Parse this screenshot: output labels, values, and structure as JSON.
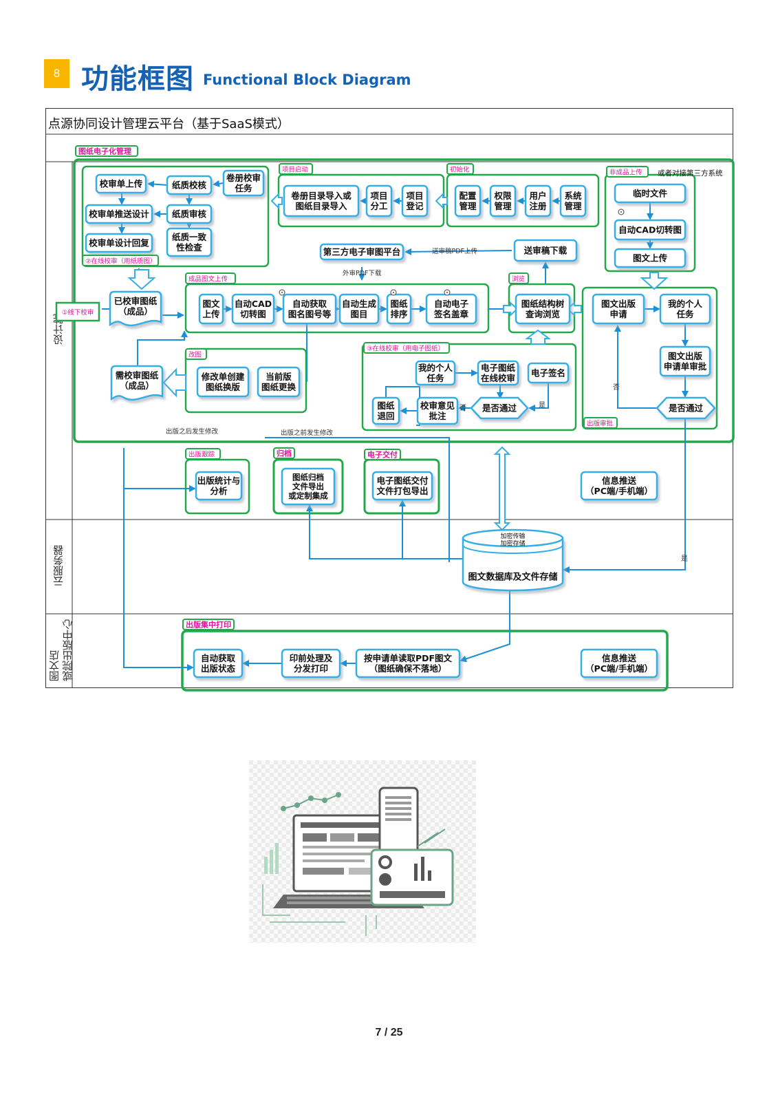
{
  "header": {
    "badge": "8",
    "title_cn": "功能框图",
    "title_en": "Functional Block Diagram"
  },
  "platform_title": "点源协同设计管理云平台（基于SaaS模式）",
  "lanes": {
    "design": "设计院",
    "server": "云服务器",
    "print": "图文店\n或院出版中心"
  },
  "sections": {
    "main": "图纸电子化管理",
    "online_paper": "②在线校审（用纸质图）",
    "project_start": "项目启动",
    "init": "初始化",
    "semi": "非成品上传",
    "semi_note": "或者对接第三方系统",
    "upload": "成品图文上传",
    "browse": "浏览",
    "online_e": "③在线校审（用电子图纸）",
    "revise": "改图",
    "publish_approve": "出版审批",
    "track": "出版跟踪",
    "archive": "归档",
    "edeliver": "电子交付",
    "central_print": "出版集中打印"
  },
  "nodes": {
    "n_jsdsc": "校审单上传",
    "n_zzjx": "纸质校核",
    "n_jcjsrw": "卷册校审\n任务",
    "n_jsdts": "校审单推送设计",
    "n_zzsh": "纸质审核",
    "n_jsdhf": "校审单设计回复",
    "n_zzyz": "纸质一致\n性检查",
    "n_jcml": "卷册目录导入或\n图纸目录导入",
    "n_xmfg": "项目\n分工",
    "n_xmdj": "项目\n登记",
    "n_pzgl": "配置\n管理",
    "n_qxgl": "权限\n管理",
    "n_yhzc": "用户\n注册",
    "n_xtgl": "系统\n管理",
    "n_lswj": "临时文件",
    "n_cadqz": "自动CAD切转图",
    "n_twsc": "图文上传",
    "n_dsf": "第三方电子审图平台",
    "n_sgxz": "送审稿下载",
    "n_xxjs": "①线下校审",
    "n_yjstz": "已校审图纸\n（成品）",
    "n_twsc2": "图文\n上传",
    "n_cad2": "自动CAD\n切转图",
    "n_hqtm": "自动获取\n图名图号等",
    "n_scml": "自动生成\n图目",
    "n_tzpx": "图纸\n排序",
    "n_dzqm": "自动电子\n签名盖章",
    "n_jgs": "图纸结构树\n查询浏览",
    "n_twcbsq": "图文出版\n申请",
    "n_grrw1": "我的个人\n任务",
    "n_cbsp": "图文出版\n申请单审批",
    "n_sftg1": "是否通过",
    "n_xjstz": "需校审图纸\n（成品）",
    "n_xgd": "修改单创建\n图纸换版",
    "n_dqb": "当前版\n图纸更换",
    "n_grrw2": "我的个人\n任务",
    "n_zxjs": "电子图纸\n在线校审",
    "n_dzqm2": "电子签名",
    "n_tzth": "图纸\n退回",
    "n_jsyj": "校审意见\n批注",
    "n_sftg2": "是否通过",
    "n_tjfx": "出版统计与\n分析",
    "n_gd": "图纸归档\n文件导出\n或定制集成",
    "n_jfdc": "电子图纸交付\n文件打包导出",
    "n_xxts1": "信息推送\n（PC端/手机端）",
    "n_db": "图文数据库及文件存储",
    "n_db_top": "加密传输\n加密存储",
    "n_hqzt": "自动获取\n出版状态",
    "n_yqcl": "印前处理及\n分发打印",
    "n_aqdq": "按申请单读取PDF图文\n（图纸确保不落地）",
    "n_xxts2": "信息推送\n（PC端/手机端）"
  },
  "edge_labels": {
    "e_ssup": "送审稿PDF上传",
    "e_wsdown": "外审PDF下载",
    "e_yes": "是",
    "e_no": "否",
    "e_after": "出版之后发生修改",
    "e_before": "出版之前发生修改"
  },
  "colors": {
    "green": "#22a84a",
    "blue": "#1b8fd8",
    "node_border": "#35aee6",
    "label_magenta": "#e0169b",
    "title_blue": "#1561b4"
  },
  "footer": {
    "page": "7 / 25"
  }
}
